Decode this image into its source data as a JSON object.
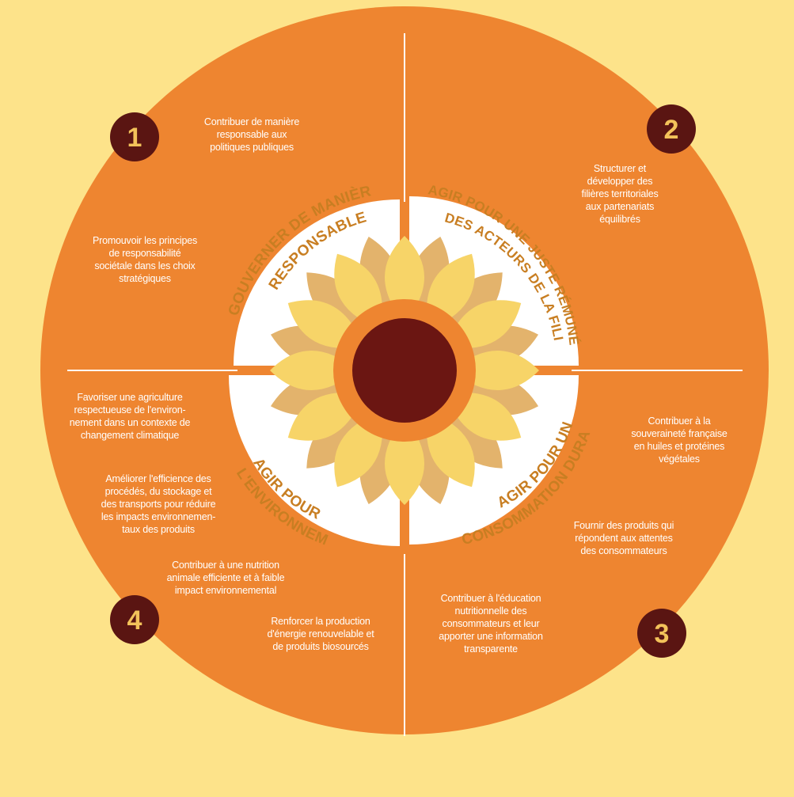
{
  "colors": {
    "background": "#fde38a",
    "orange_circle": "#ee8530",
    "badge": "#5a1512",
    "badge_number": "#f3c25a",
    "arc_text": "#c87e22",
    "petal_light": "#f7d468",
    "petal_dark": "#e3b36c",
    "flower_ring": "#ee8530",
    "flower_center": "#6b1612"
  },
  "sections": [
    {
      "number": "1",
      "title_line1": "GOUVERNER DE MANIÈRE",
      "title_line2": "RESPONSABLE",
      "items": [
        "Contribuer de manière\nresponsable aux\npolitiques publiques",
        "Promouvoir les principes\nde responsabilité\nsociétale dans les choix\nstratégiques"
      ]
    },
    {
      "number": "2",
      "title_line1": "AGIR POUR UNE JUSTE RÉMUNÉRATION",
      "title_line2": "DES ACTEURS DE LA FILIÈRE",
      "items": [
        "Structurer et\ndévelopper des\nfilières territoriales\naux partenariats\néquilibrés"
      ]
    },
    {
      "number": "3",
      "title_line1": "AGIR POUR UNE",
      "title_line2": "CONSOMMATION DURABLE",
      "items": [
        "Contribuer à la\nsouveraineté française\nen huiles et protéines\nvégétales",
        "Fournir des produits qui\nrépondent aux attentes\ndes consommateurs",
        "Contribuer à l'éducation\nnutritionnelle des\nconsommateurs et leur\napporter une information\ntransparente"
      ]
    },
    {
      "number": "4",
      "title_line1": "AGIR POUR",
      "title_line2": "L'ENVIRONNEMENT",
      "items": [
        "Favoriser une agriculture\nrespectueuse de l'environ-\nnement dans un contexte de\nchangement climatique",
        "Améliorer l'efficience des\nprocédés, du stockage et\ndes transports pour réduire\nles impacts environnemen-\ntaux des produits",
        "Contribuer à une nutrition\nanimale efficiente et à faible\nimpact environnemental",
        "Renforcer la production\nd'énergie renouvelable et\nde produits biosourcés"
      ]
    }
  ]
}
